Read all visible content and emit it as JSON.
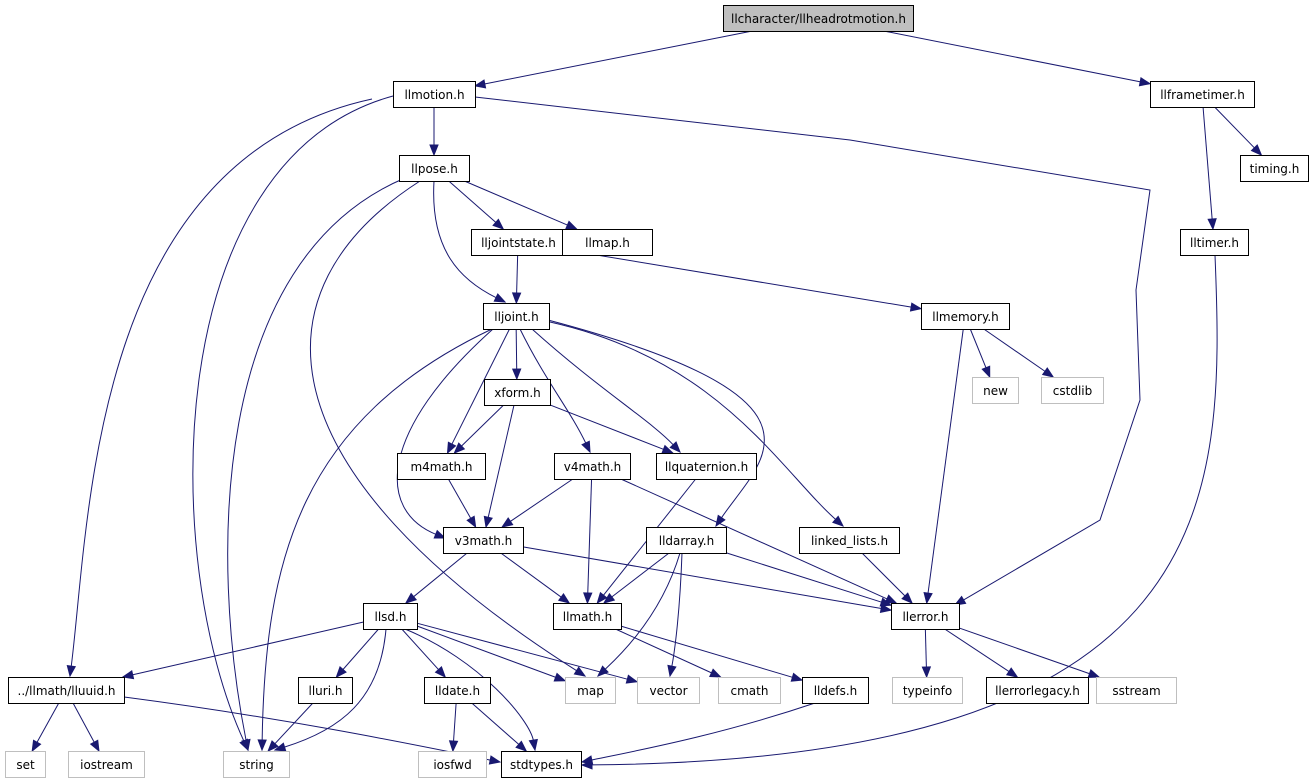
{
  "graph": {
    "edge_color": "#191970",
    "root_fill": "#bfbfbf",
    "external_border": "#bfbfbf",
    "nodes": [
      {
        "id": "root",
        "label": "llcharacter/llheadrotmotion.h",
        "kind": "root"
      },
      {
        "id": "llmotion",
        "label": "llmotion.h",
        "kind": "file"
      },
      {
        "id": "llframetimer",
        "label": "llframetimer.h",
        "kind": "file"
      },
      {
        "id": "timing",
        "label": "timing.h",
        "kind": "file"
      },
      {
        "id": "lltimer",
        "label": "lltimer.h",
        "kind": "file"
      },
      {
        "id": "llpose",
        "label": "llpose.h",
        "kind": "file"
      },
      {
        "id": "lljointstate",
        "label": "lljointstate.h",
        "kind": "file"
      },
      {
        "id": "llmap",
        "label": "llmap.h",
        "kind": "file"
      },
      {
        "id": "lljoint",
        "label": "lljoint.h",
        "kind": "file"
      },
      {
        "id": "llmemory",
        "label": "llmemory.h",
        "kind": "file"
      },
      {
        "id": "new",
        "label": "new",
        "kind": "external"
      },
      {
        "id": "cstdlib",
        "label": "cstdlib",
        "kind": "external"
      },
      {
        "id": "xform",
        "label": "xform.h",
        "kind": "file"
      },
      {
        "id": "m4math",
        "label": "m4math.h",
        "kind": "file"
      },
      {
        "id": "v4math",
        "label": "v4math.h",
        "kind": "file"
      },
      {
        "id": "llquaternion",
        "label": "llquaternion.h",
        "kind": "file"
      },
      {
        "id": "v3math",
        "label": "v3math.h",
        "kind": "file"
      },
      {
        "id": "lldarray",
        "label": "lldarray.h",
        "kind": "file"
      },
      {
        "id": "linked_lists",
        "label": "linked_lists.h",
        "kind": "file"
      },
      {
        "id": "llsd",
        "label": "llsd.h",
        "kind": "file"
      },
      {
        "id": "llmath",
        "label": "llmath.h",
        "kind": "file"
      },
      {
        "id": "llerror",
        "label": "llerror.h",
        "kind": "file"
      },
      {
        "id": "lluuid",
        "label": "../llmath/lluuid.h",
        "kind": "file"
      },
      {
        "id": "lluri",
        "label": "lluri.h",
        "kind": "file"
      },
      {
        "id": "lldate",
        "label": "lldate.h",
        "kind": "file"
      },
      {
        "id": "map",
        "label": "map",
        "kind": "external"
      },
      {
        "id": "vector",
        "label": "vector",
        "kind": "external"
      },
      {
        "id": "cmath",
        "label": "cmath",
        "kind": "external"
      },
      {
        "id": "lldefs",
        "label": "lldefs.h",
        "kind": "file"
      },
      {
        "id": "typeinfo",
        "label": "typeinfo",
        "kind": "external"
      },
      {
        "id": "llerrorlegacy",
        "label": "llerrorlegacy.h",
        "kind": "file"
      },
      {
        "id": "sstream",
        "label": "sstream",
        "kind": "external"
      },
      {
        "id": "set",
        "label": "set",
        "kind": "external"
      },
      {
        "id": "iostream",
        "label": "iostream",
        "kind": "external"
      },
      {
        "id": "string",
        "label": "string",
        "kind": "external"
      },
      {
        "id": "iosfwd",
        "label": "iosfwd",
        "kind": "external"
      },
      {
        "id": "stdtypes",
        "label": "stdtypes.h",
        "kind": "file"
      }
    ],
    "edges": [
      [
        "root",
        "llmotion"
      ],
      [
        "root",
        "llframetimer"
      ],
      [
        "llframetimer",
        "timing"
      ],
      [
        "llframetimer",
        "lltimer"
      ],
      [
        "lltimer",
        "stdtypes"
      ],
      [
        "llmotion",
        "llpose"
      ],
      [
        "llmotion",
        "llerror"
      ],
      [
        "llmotion",
        "lluuid"
      ],
      [
        "llmotion",
        "string"
      ],
      [
        "llpose",
        "lljointstate"
      ],
      [
        "llpose",
        "llmap"
      ],
      [
        "llpose",
        "lljoint"
      ],
      [
        "llpose",
        "string"
      ],
      [
        "llpose",
        "map"
      ],
      [
        "lljointstate",
        "lljoint"
      ],
      [
        "lljointstate",
        "llmemory"
      ],
      [
        "llmemory",
        "new"
      ],
      [
        "llmemory",
        "cstdlib"
      ],
      [
        "llmemory",
        "llerror"
      ],
      [
        "lljoint",
        "xform"
      ],
      [
        "lljoint",
        "m4math"
      ],
      [
        "lljoint",
        "v4math"
      ],
      [
        "lljoint",
        "llquaternion"
      ],
      [
        "lljoint",
        "v3math"
      ],
      [
        "lljoint",
        "lldarray"
      ],
      [
        "lljoint",
        "linked_lists"
      ],
      [
        "lljoint",
        "string"
      ],
      [
        "xform",
        "m4math"
      ],
      [
        "xform",
        "v3math"
      ],
      [
        "xform",
        "llquaternion"
      ],
      [
        "m4math",
        "v3math"
      ],
      [
        "v4math",
        "v3math"
      ],
      [
        "v4math",
        "llmath"
      ],
      [
        "v4math",
        "llerror"
      ],
      [
        "llquaternion",
        "llmath"
      ],
      [
        "v3math",
        "llsd"
      ],
      [
        "v3math",
        "llmath"
      ],
      [
        "v3math",
        "llerror"
      ],
      [
        "lldarray",
        "llmath"
      ],
      [
        "lldarray",
        "llerror"
      ],
      [
        "lldarray",
        "map"
      ],
      [
        "lldarray",
        "vector"
      ],
      [
        "linked_lists",
        "llerror"
      ],
      [
        "llsd",
        "lluuid"
      ],
      [
        "llsd",
        "lluri"
      ],
      [
        "llsd",
        "lldate"
      ],
      [
        "llsd",
        "map"
      ],
      [
        "llsd",
        "vector"
      ],
      [
        "llsd",
        "string"
      ],
      [
        "llsd",
        "stdtypes"
      ],
      [
        "llmath",
        "cmath"
      ],
      [
        "llmath",
        "lldefs"
      ],
      [
        "llerror",
        "typeinfo"
      ],
      [
        "llerror",
        "llerrorlegacy"
      ],
      [
        "llerror",
        "sstream"
      ],
      [
        "lluuid",
        "set"
      ],
      [
        "lluuid",
        "iostream"
      ],
      [
        "lluuid",
        "stdtypes"
      ],
      [
        "lluri",
        "string"
      ],
      [
        "lldate",
        "iosfwd"
      ],
      [
        "lldate",
        "stdtypes"
      ],
      [
        "lldefs",
        "stdtypes"
      ]
    ]
  }
}
